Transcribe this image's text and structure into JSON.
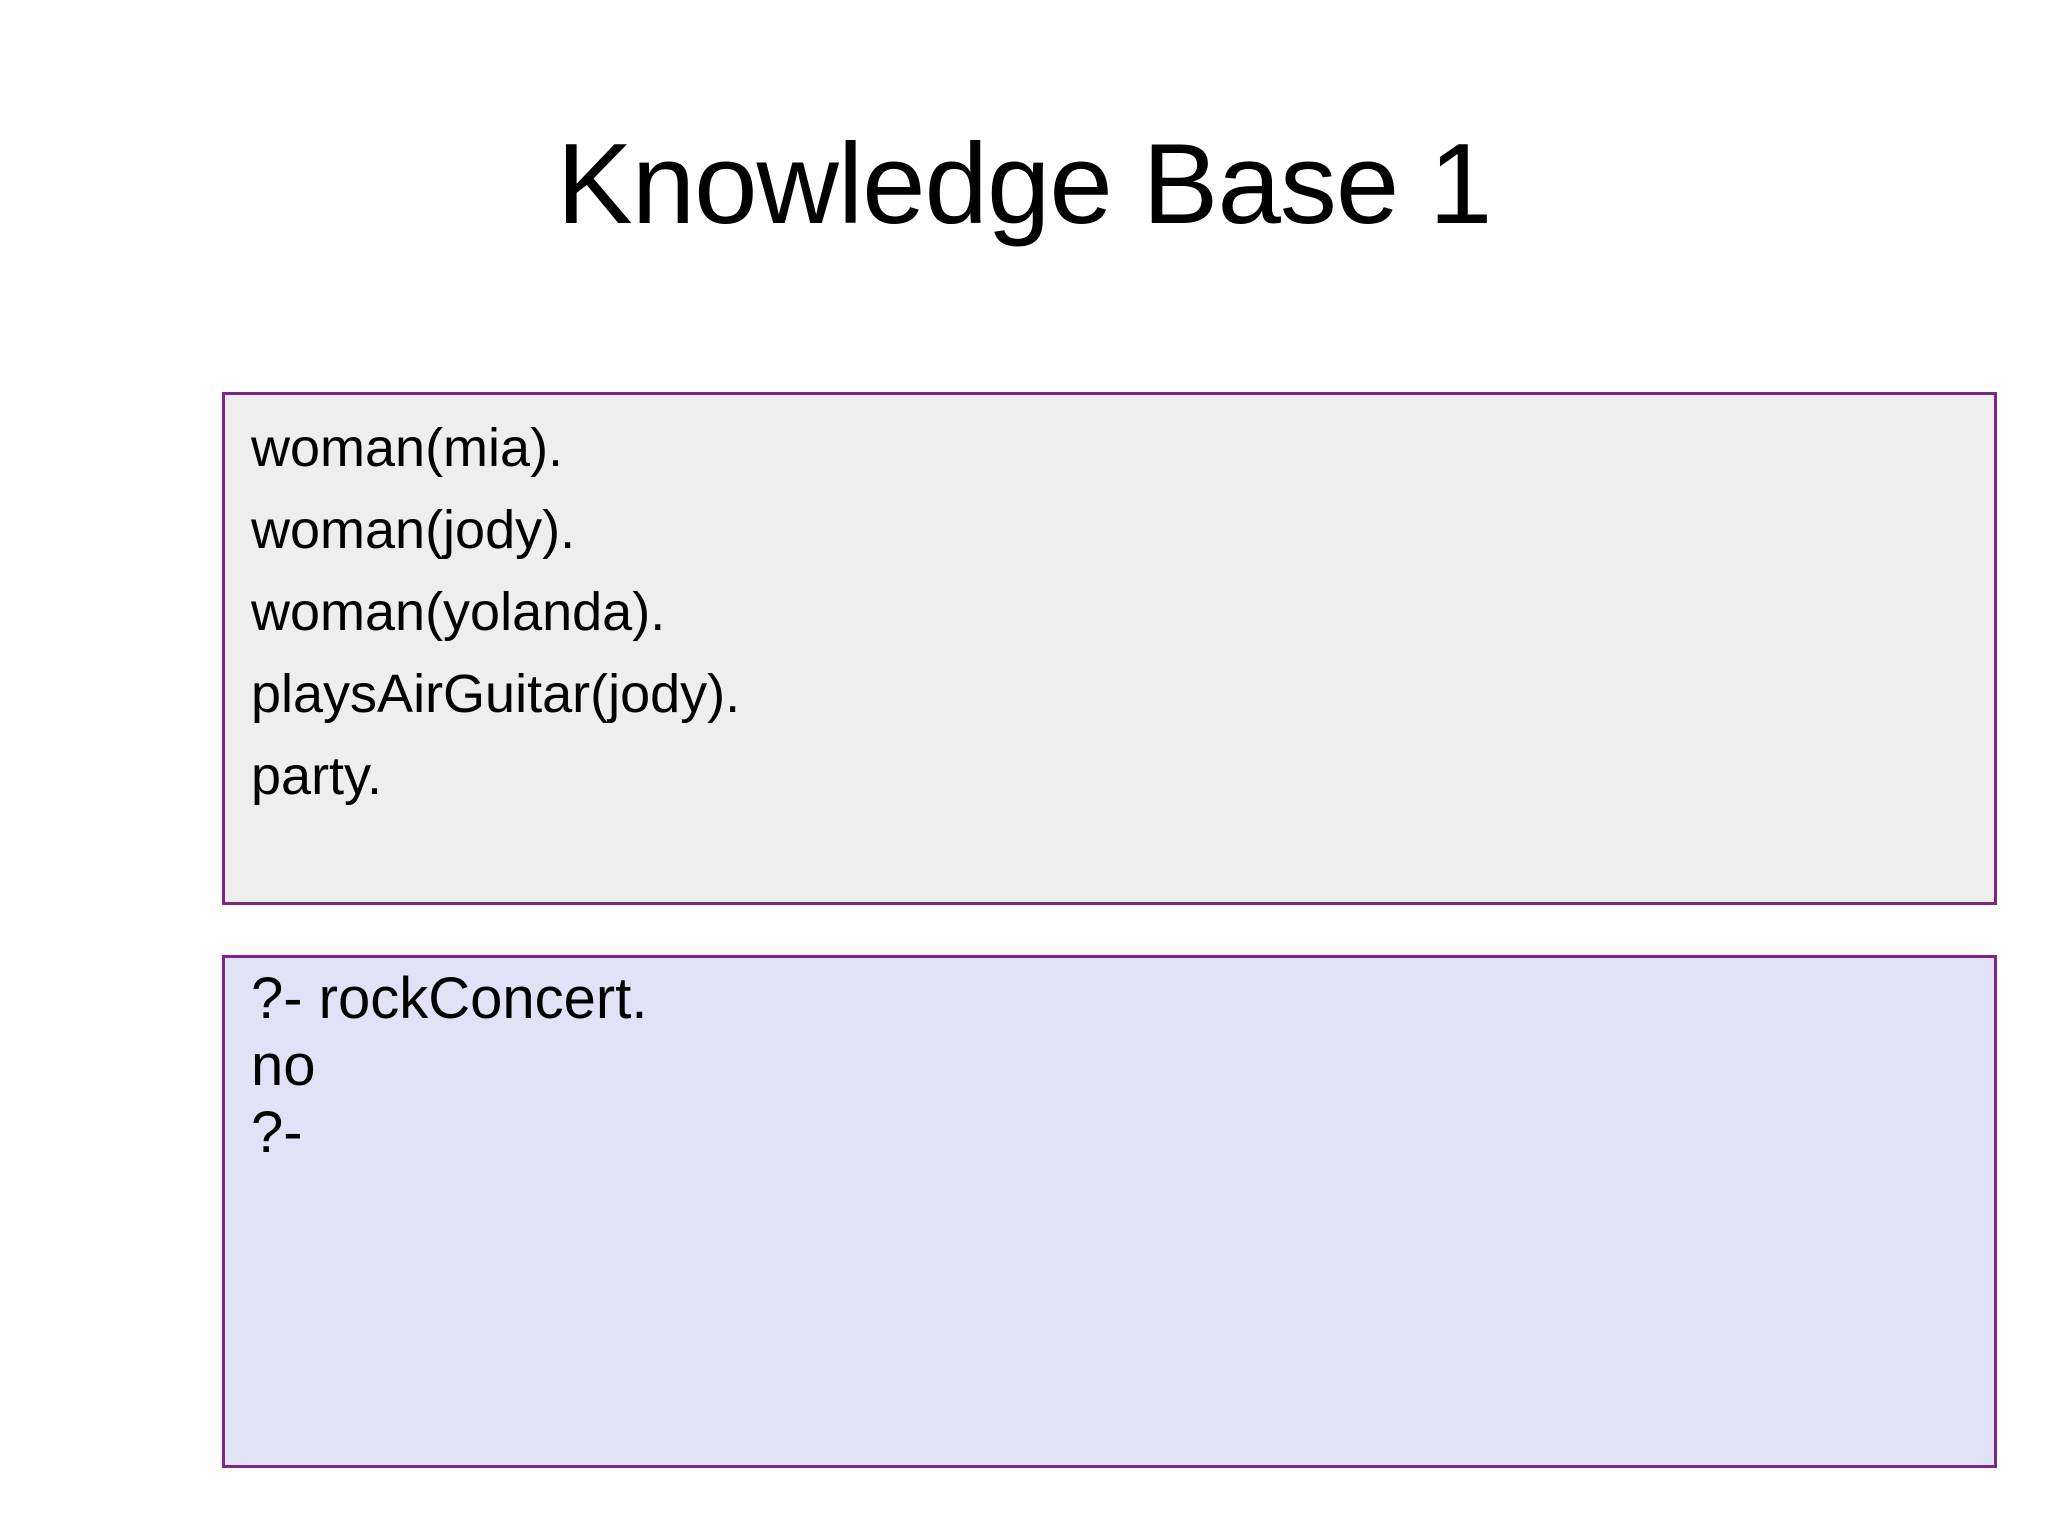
{
  "page": {
    "title": "Knowledge Base 1"
  },
  "kb_box": {
    "description": "knowledge-base-facts",
    "lines": [
      "woman(mia).",
      "woman(jody).",
      "woman(yolanda).",
      "playsAirGuitar(jody).",
      "party."
    ]
  },
  "query_box": {
    "description": "prolog-query-session",
    "lines": [
      "?- rockConcert.",
      "no",
      "?-"
    ]
  },
  "colors": {
    "background": "#ffffff",
    "title_text": "#000000",
    "box_border": "#7e2585",
    "kb_box_bg": "#eeeeee",
    "query_box_bg": "#e2e2f7",
    "code_text": "#000000"
  }
}
